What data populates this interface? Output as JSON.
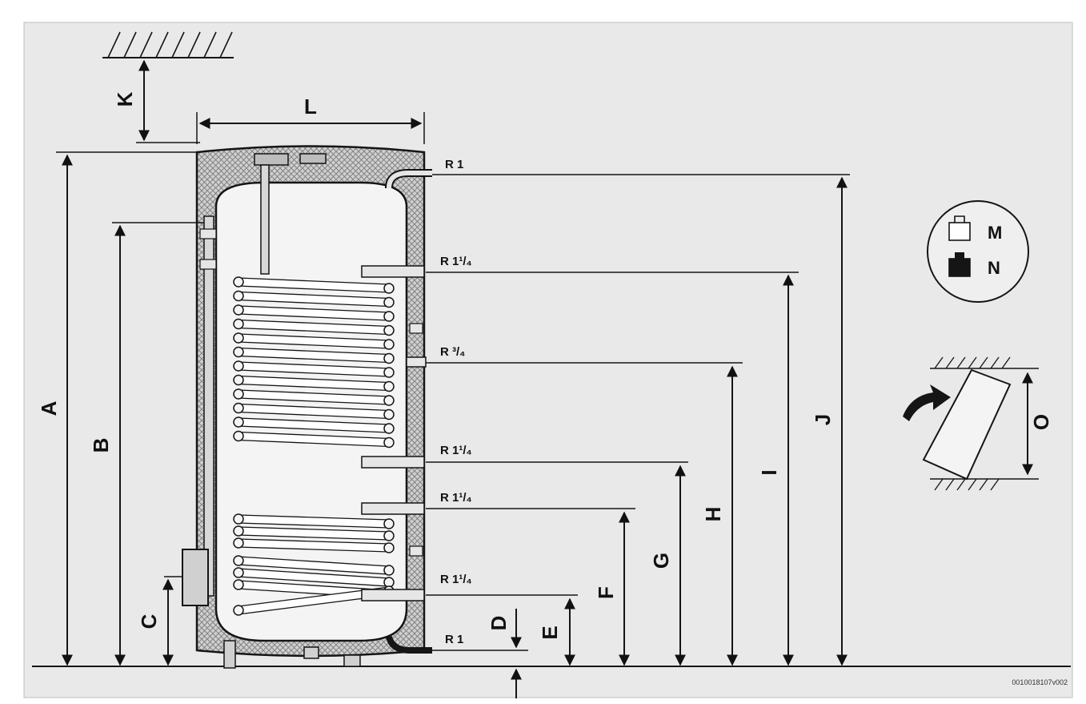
{
  "diagram": {
    "dimension_labels": {
      "A": "A",
      "B": "B",
      "C": "C",
      "D": "D",
      "E": "E",
      "F": "F",
      "G": "G",
      "H": "H",
      "I": "I",
      "J": "J",
      "K": "K",
      "L": "L",
      "O": "O"
    },
    "connections": {
      "top": "R 1",
      "coil1_in": "R 1¹/₄",
      "mid": "R ³/₄",
      "coil1_out": "R 1¹/₄",
      "coil2_in": "R 1¹/₄",
      "coil2_out": "R 1¹/₄",
      "bottom": "R 1"
    },
    "legend": {
      "empty_weight": "M",
      "full_weight": "N"
    },
    "drawing_code": "0010018107v002",
    "colors": {
      "background": "#e9e9e9",
      "line": "#151515",
      "insulation": "#c9c9c9"
    }
  }
}
